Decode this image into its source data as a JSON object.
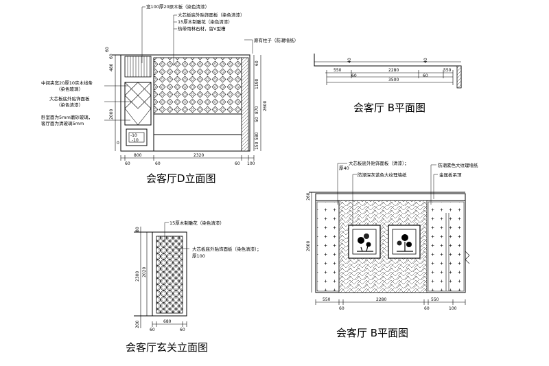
{
  "views": {
    "d_elevation": {
      "title": "会客厅D立面图",
      "annotations": [
        "宽100厚20原木板（染色清漆）",
        "大芯板底外贴饰面板（染色清漆）",
        "15厚木制雕花（染色清漆）",
        "热带雨林石材，留V型槽",
        "原有柱子（防潮墙纸）",
        "中间夹宽20厚10实木线条",
        "（染色玻璃）",
        "大芯板底外贴饰面板",
        "（染色清漆）",
        "卧室面为5mm磨砂玻璃，",
        "客厅面为清玻璃5mm"
      ],
      "dims_top": [
        "60"
      ],
      "dims_left": [
        "60",
        "480",
        "2000",
        "0"
      ],
      "dims_right": [
        "60",
        "1190",
        "870",
        "50",
        "580",
        "150",
        "2600"
      ],
      "dims_bottom": [
        "800",
        "2320",
        "60",
        "100",
        "60",
        "60"
      ],
      "vent_labels": [
        "-10",
        "-10"
      ]
    },
    "b_plan": {
      "title": "会客厅 B平面图",
      "dims": [
        "550",
        "2280",
        "550",
        "60",
        "60",
        "40",
        "40",
        "3500"
      ]
    },
    "foyer_elevation": {
      "title": "会客厅玄关立面图",
      "annotations": [
        "15厚木制雕花（染色清漆）",
        "大芯板底外贴饰面板（染色清漆）；",
        "厚100"
      ],
      "dims_left": [
        "80",
        "2300",
        "2020",
        "200"
      ],
      "dims_bottom": [
        "680",
        "60",
        "60"
      ]
    },
    "b_elevation": {
      "title": "会客厅 B平面图",
      "annotations": [
        "大芯板底外贴饰面板（清漆）；",
        "厚40",
        "防潮深灰蓝色大纹理墙纸",
        "防潮素色大纹理墙纸",
        "金属板吊顶"
      ],
      "dims_left": [
        "260",
        "2600"
      ],
      "dims_bottom": [
        "550",
        "2280",
        "550",
        "60",
        "60",
        "100"
      ]
    }
  }
}
